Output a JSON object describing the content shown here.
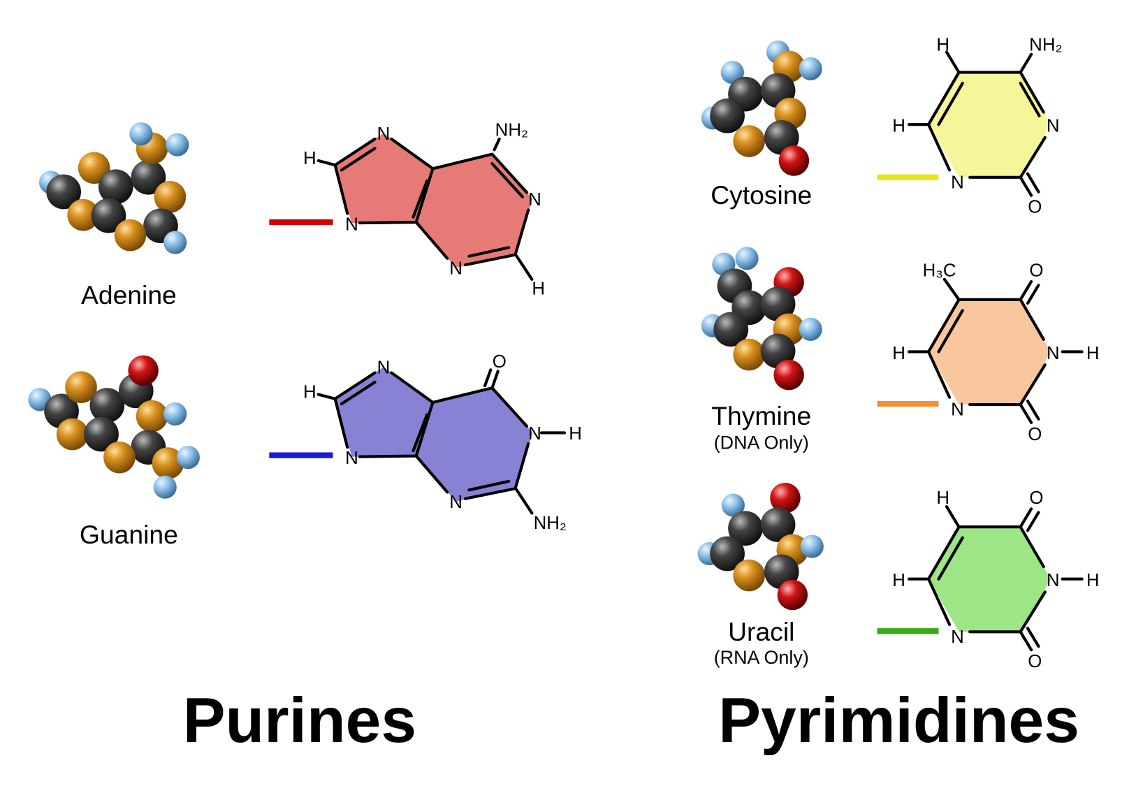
{
  "headings": {
    "purines": "Purines",
    "pyrimidines": "Pyrimidines"
  },
  "molecules": {
    "adenine": {
      "name": "Adenine",
      "fill": "#e57a77",
      "link_color": "#d40000",
      "atoms": [
        "N",
        "H",
        "N",
        "NH₂",
        "N",
        "N",
        "H"
      ]
    },
    "guanine": {
      "name": "Guanine",
      "fill": "#8782d4",
      "link_color": "#1a1adb",
      "atoms": [
        "N",
        "H",
        "N",
        "O",
        "N",
        "H",
        "N",
        "NH₂"
      ]
    },
    "cytosine": {
      "name": "Cytosine",
      "fill": "#f6f59a",
      "link_color": "#ebe51c",
      "atoms": [
        "H",
        "NH₂",
        "N",
        "H",
        "N",
        "O"
      ]
    },
    "thymine": {
      "name": "Thymine",
      "note": "(DNA Only)",
      "fill": "#f8c79e",
      "link_color": "#f0913a",
      "atoms": [
        "H₃C",
        "O",
        "N",
        "H",
        "H",
        "N",
        "O"
      ]
    },
    "uracil": {
      "name": "Uracil",
      "note": "(RNA Only)",
      "fill": "#9de686",
      "link_color": "#3aaa14",
      "atoms": [
        "H",
        "O",
        "N",
        "H",
        "H",
        "N",
        "O"
      ]
    }
  },
  "atom_colors": {
    "carbon": "#333333",
    "nitrogen": "#d9901e",
    "hydrogen": "#8cc0e8",
    "oxygen": "#d01515"
  }
}
